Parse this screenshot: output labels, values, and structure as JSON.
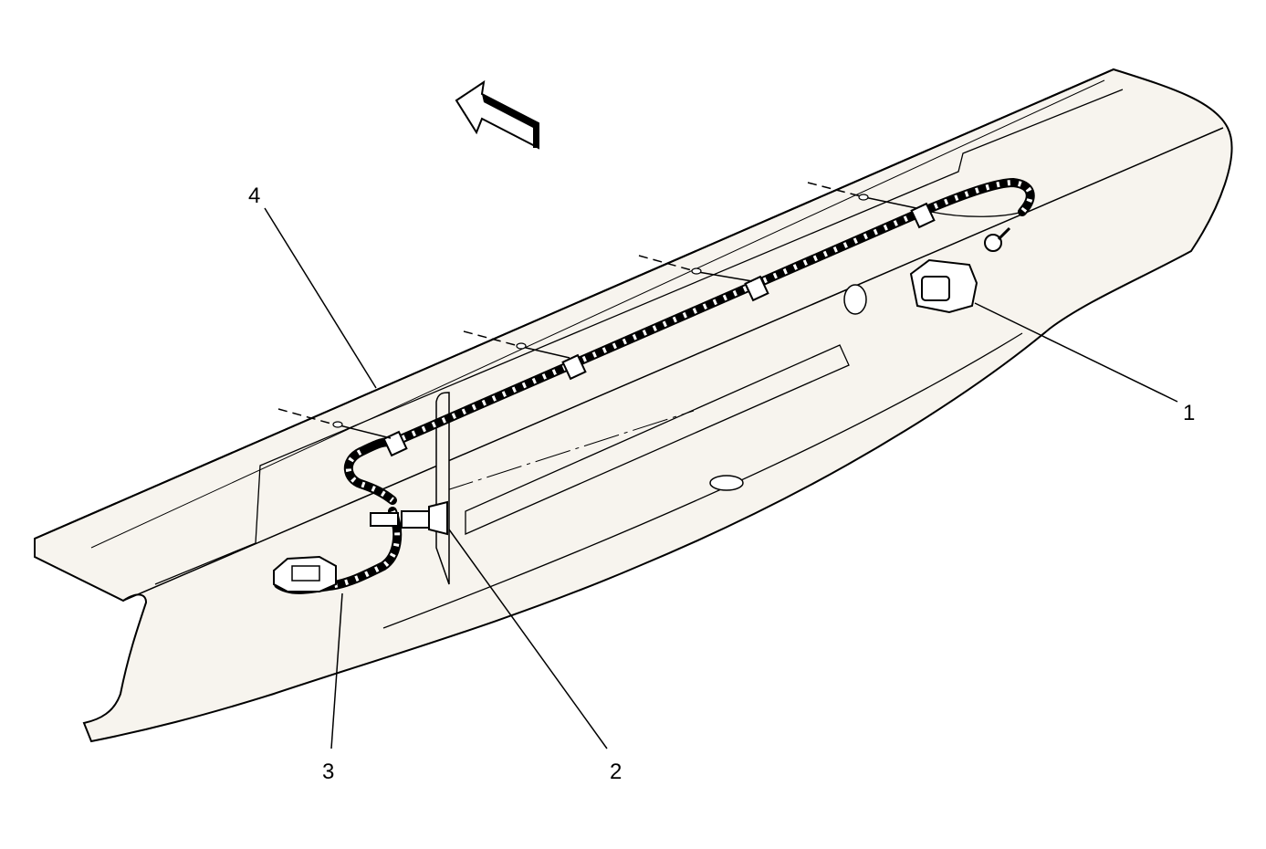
{
  "diagram": {
    "callouts": [
      {
        "number": "1"
      },
      {
        "number": "2"
      },
      {
        "number": "3"
      },
      {
        "number": "4"
      }
    ]
  },
  "colors": {
    "fascia_fill": "#f7f4ee",
    "line": "#000000",
    "arrow_fill": "#ffffff"
  }
}
